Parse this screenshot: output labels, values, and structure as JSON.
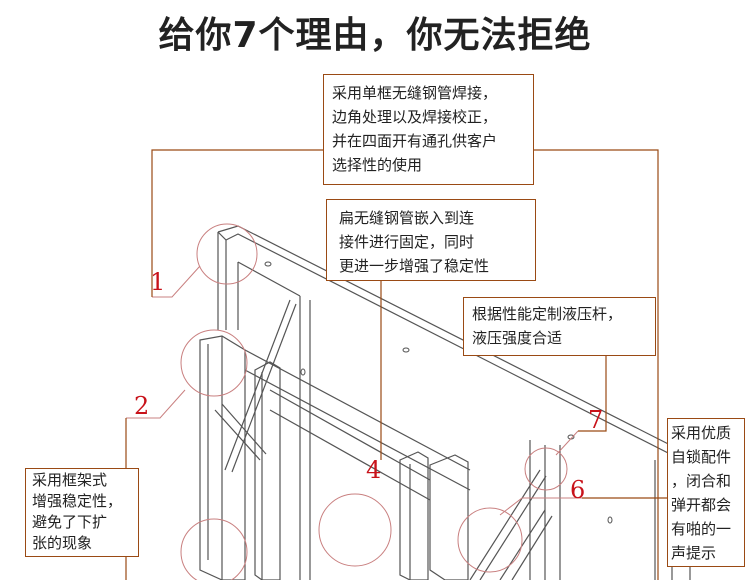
{
  "title": "给你7个理由，你无法拒绝",
  "callouts": {
    "frame_weld": [
      "采用单框无缝钢管焊接，",
      "边角处理以及焊接校正，",
      "并在四面开有通孔供客户",
      "选择性的使用"
    ],
    "flat_tube": [
      "扁无缝钢管嵌入到连",
      "接件进行固定，同时",
      "更进一步增强了稳定性"
    ],
    "hydraulic": [
      "根据性能定制液压杆，",
      "液压强度合适"
    ],
    "self_lock": [
      "采用优质",
      "自锁配件",
      "，闭合和",
      "弹开都会",
      "有啪的一",
      "声提示"
    ],
    "frame_style": [
      "采用框架式",
      "增强稳定性，",
      "避免了下扩",
      "张的现象"
    ]
  },
  "labels": [
    "1",
    "2",
    "4",
    "6",
    "7"
  ],
  "colors": {
    "leader": "#9a4a14",
    "number": "#c8121a",
    "circle": "#c98080",
    "drawing": "#555555"
  }
}
